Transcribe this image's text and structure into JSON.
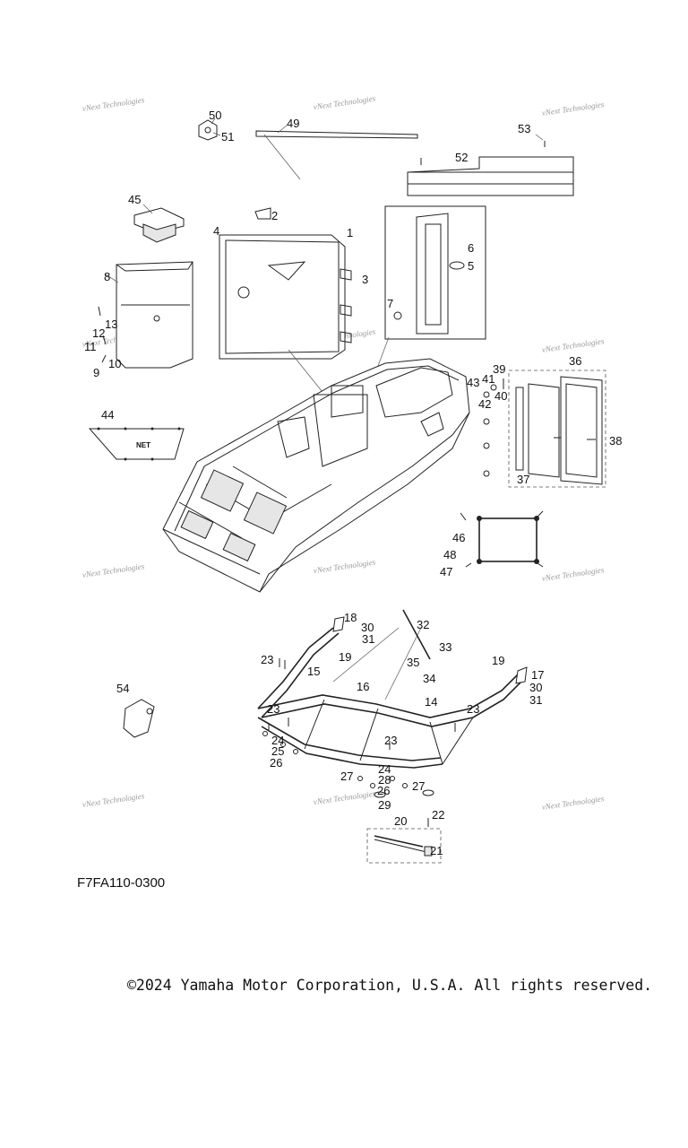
{
  "watermark_text": "vNext Technologies",
  "callouts": [
    "1",
    "2",
    "3",
    "4",
    "5",
    "6",
    "7",
    "8",
    "9",
    "10",
    "11",
    "12",
    "13",
    "14",
    "15",
    "16",
    "17",
    "18",
    "19",
    "20",
    "21",
    "22",
    "23",
    "24",
    "25",
    "26",
    "27",
    "28",
    "29",
    "30",
    "31",
    "32",
    "33",
    "34",
    "35",
    "36",
    "37",
    "38",
    "39",
    "40",
    "41",
    "42",
    "43",
    "44",
    "45",
    "46",
    "47",
    "48",
    "49",
    "50",
    "51",
    "52",
    "53",
    "54"
  ],
  "net_label": "NET",
  "diagram_code": "F7FA110-0300",
  "copyright": "©2024 Yamaha Motor Corporation, U.S.A. All rights reserved."
}
